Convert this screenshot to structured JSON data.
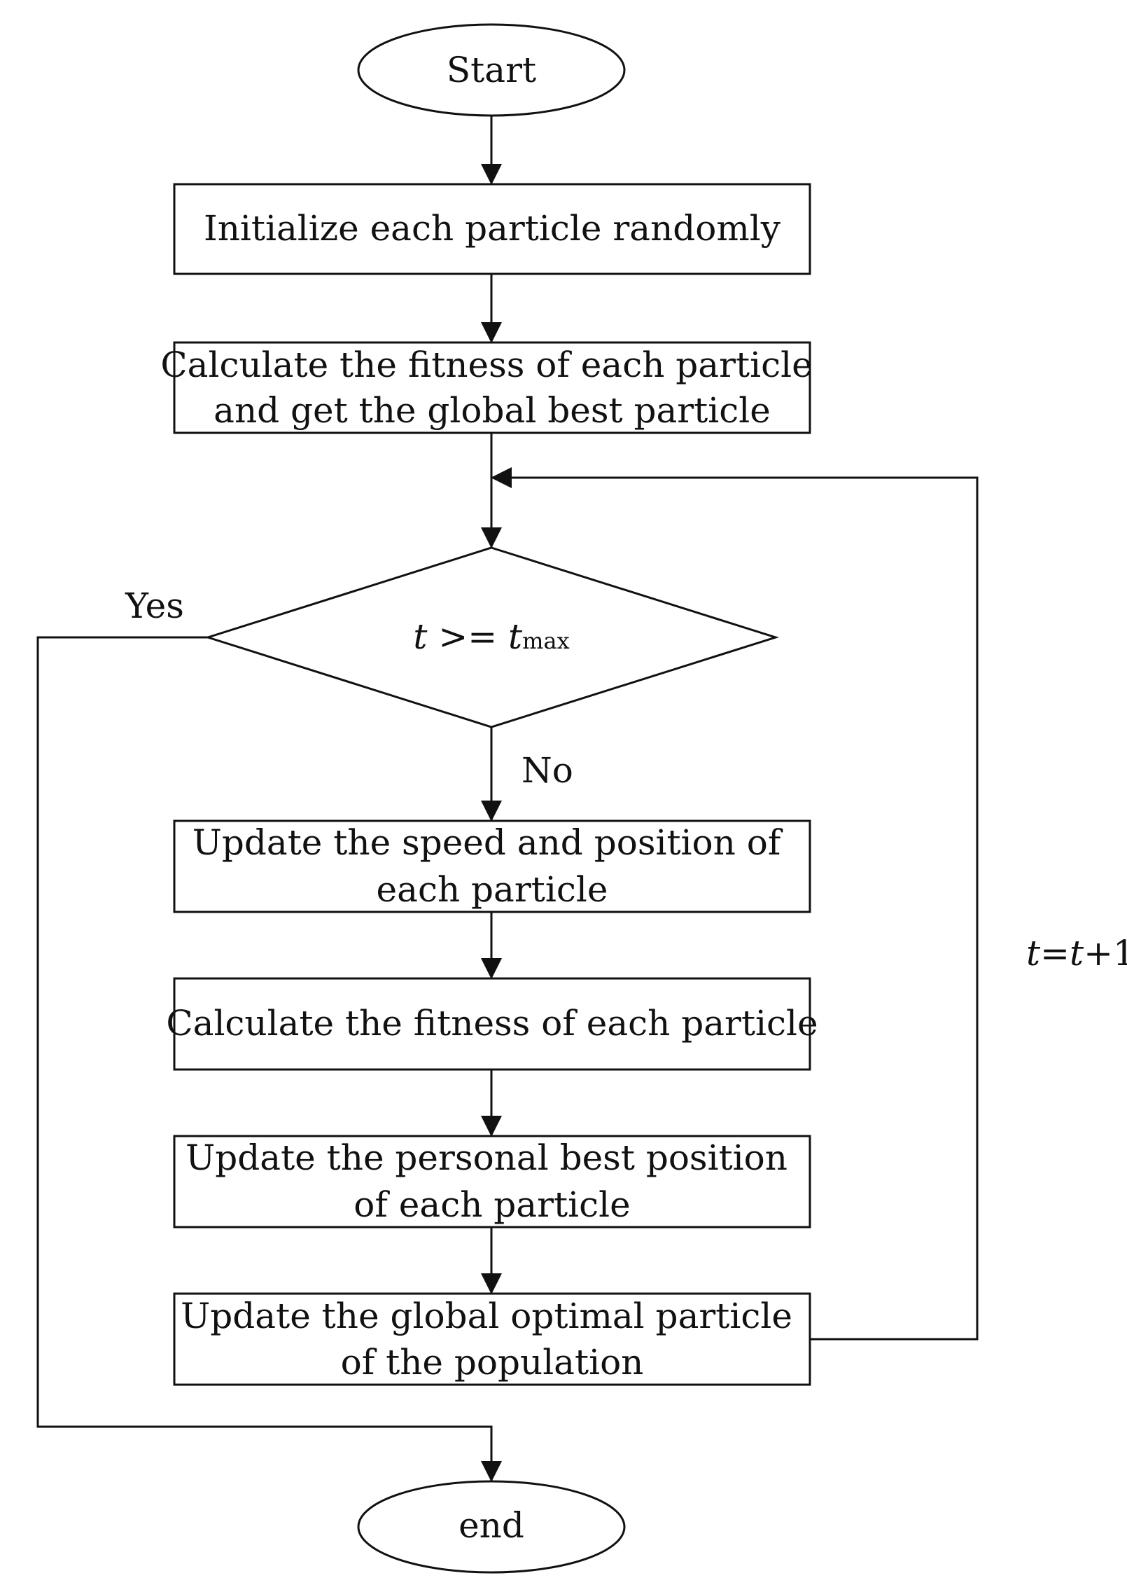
{
  "nodes": {
    "start": "Start",
    "init": "Initialize each particle randomly",
    "calc_global": [
      "Calculate the fitness of each particle",
      "and get the global best particle"
    ],
    "decision": {
      "lhs": "t",
      "op": " >= ",
      "rhs": "t",
      "rhs_sub": "max"
    },
    "update_speed": [
      "Update the speed and position of",
      "each particle"
    ],
    "calc_fitness": "Calculate the fitness of each particle",
    "update_personal": [
      "Update the personal best position",
      "of each particle"
    ],
    "update_global": [
      "Update the global optimal particle",
      "of the population"
    ],
    "end": "end"
  },
  "edges": {
    "yes": "Yes",
    "no": "No",
    "loop": {
      "a": "t",
      "eq": "=",
      "b": "t",
      "plus": "+1"
    }
  },
  "colors": {
    "stroke": "#111111",
    "background": "#ffffff"
  }
}
